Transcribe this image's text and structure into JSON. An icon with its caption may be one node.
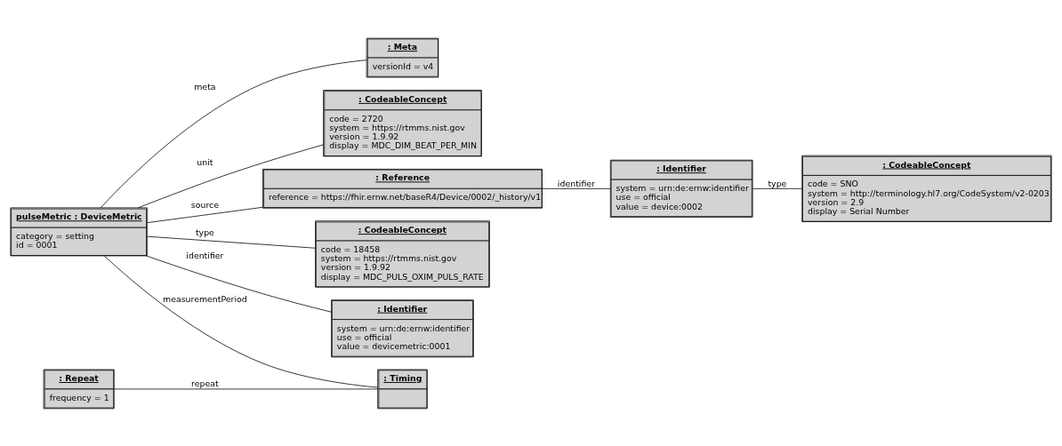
{
  "diagram": {
    "nodes": [
      {
        "text": [
          "pulseMetric : DeviceMetric",
          "category = setting",
          "id = 0001"
        ]
      },
      {
        "text": [
          ": Reference",
          "reference = https://fhir.ernw.net/baseR4/Device/0002/_history/v1"
        ]
      },
      {
        "text": [
          ": Identifier",
          "system = urn:de:ernw:identifier",
          "use = official",
          "value = device:0002"
        ]
      },
      {
        "text": [
          ": Repeat",
          "frequency = 1"
        ]
      },
      {
        "text": [
          ": CodeableConcept",
          "code = 18458",
          "system = https://rtmms.nist.gov",
          "version = 1.9.92",
          "display = MDC_PULS_OXIM_PULS_RATE"
        ]
      },
      {
        "text": [
          ": Timing"
        ]
      },
      {
        "text": [
          ": CodeableConcept",
          "code = SNO",
          "system = http://terminology.hl7.org/CodeSystem/v2-0203",
          "version = 2.9",
          "display = Serial Number"
        ]
      },
      {
        "text": [
          ": Identifier",
          "system = urn:de:ernw:identifier",
          "use = official",
          "value = devicemetric:0001"
        ]
      },
      {
        "text": [
          ": Meta",
          "versionId = v4"
        ]
      },
      {
        "text": [
          ": CodeableConcept",
          "code = 2720",
          "system = https://rtmms.nist.gov",
          "version = 1.9.92",
          "display = MDC_DIM_BEAT_PER_MIN"
        ]
      }
    ],
    "edges": [
      {
        "from": 0,
        "to": 1,
        "arrow": "none",
        "label": "source"
      },
      {
        "from": 1,
        "to": 2,
        "arrow": "none",
        "label": "identifier"
      },
      {
        "from": 2,
        "to": 6,
        "arrow": "none",
        "label": "type"
      },
      {
        "from": 3,
        "to": 5,
        "arrow": "none",
        "label": "repeat"
      },
      {
        "from": 0,
        "to": 4,
        "arrow": "none",
        "label": "type"
      },
      {
        "from": 0,
        "to": 5,
        "arrow": "none",
        "label": "measurementPeriod"
      },
      {
        "from": 0,
        "to": 7,
        "arrow": "none",
        "label": "identifier"
      },
      {
        "from": 0,
        "to": 8,
        "arrow": "none",
        "label": "meta"
      },
      {
        "from": 0,
        "to": 9,
        "arrow": "none",
        "label": "unit"
      }
    ]
  }
}
